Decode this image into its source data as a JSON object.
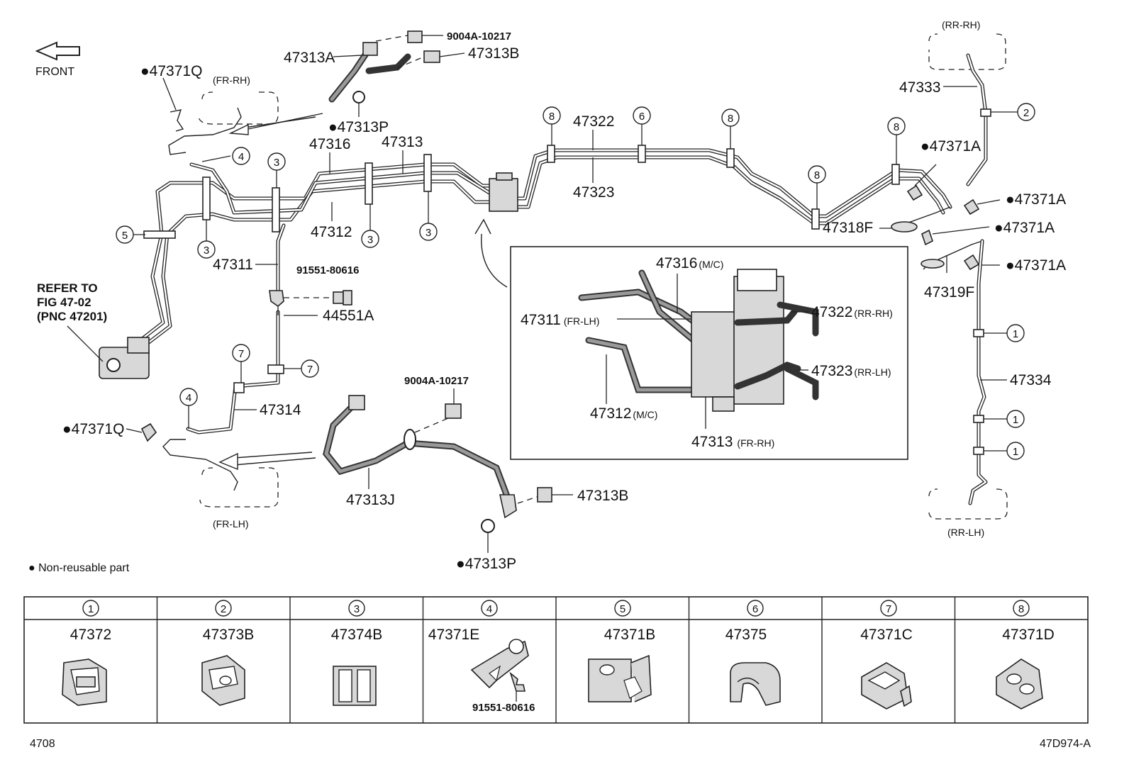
{
  "front_label": "FRONT",
  "labels": {
    "p9004a_top": "9004A-10217",
    "p47313a": "47313A",
    "p47313b_top": "47313B",
    "p47371q_top": "●47371Q",
    "fr_rh": "(FR-RH)",
    "p47313p_top": "●47313P",
    "p47316": "47316",
    "p47313": "47313",
    "p47322": "47322",
    "p47323": "47323",
    "p47312": "47312",
    "p47311": "47311",
    "p91551_mid": "91551-80616",
    "p44551a": "44551A",
    "refer_1": "REFER TO",
    "refer_2": "FIG 47-02",
    "refer_3": "(PNC 47201)",
    "p47314": "47314",
    "p47371q_bot": "●47371Q",
    "fr_lh": "(FR-LH)",
    "p9004a_bot": "9004A-10217",
    "p47313j": "47313J",
    "p47313b_bot": "47313B",
    "p47313p_bot": "●47313P",
    "rr_rh": "(RR-RH)",
    "p47333": "47333",
    "p47371a_1": "●47371A",
    "p47371a_2": "●47371A",
    "p47371a_3": "●47371A",
    "p47371a_4": "●47371A",
    "p47318f": "47318F",
    "p47319f": "47319F",
    "p47334": "47334",
    "rr_lh": "(RR-LH)",
    "legend": "● Non-reusable part",
    "inset_47316": "47316",
    "inset_47316_sub": "(M/C)",
    "inset_47311": "47311",
    "inset_47311_sub": "(FR-LH)",
    "inset_47322": "47322",
    "inset_47322_sub": "(RR-RH)",
    "inset_47323": "47323",
    "inset_47323_sub": "(RR-LH)",
    "inset_47312": "47312",
    "inset_47312_sub": "(M/C)",
    "inset_47313": "47313",
    "inset_47313_sub": "(FR-RH)",
    "footer_left": "4708",
    "footer_right": "47D974-A"
  },
  "callout_numbers": [
    "1",
    "2",
    "3",
    "4",
    "5",
    "6",
    "7",
    "8"
  ],
  "table": {
    "headers": [
      "1",
      "2",
      "3",
      "4",
      "5",
      "6",
      "7",
      "8"
    ],
    "parts": [
      "47372",
      "47373B",
      "47374B",
      "47371E",
      "47371B",
      "47375",
      "47371C",
      "47371D"
    ],
    "extra_part": "91551-80616"
  }
}
